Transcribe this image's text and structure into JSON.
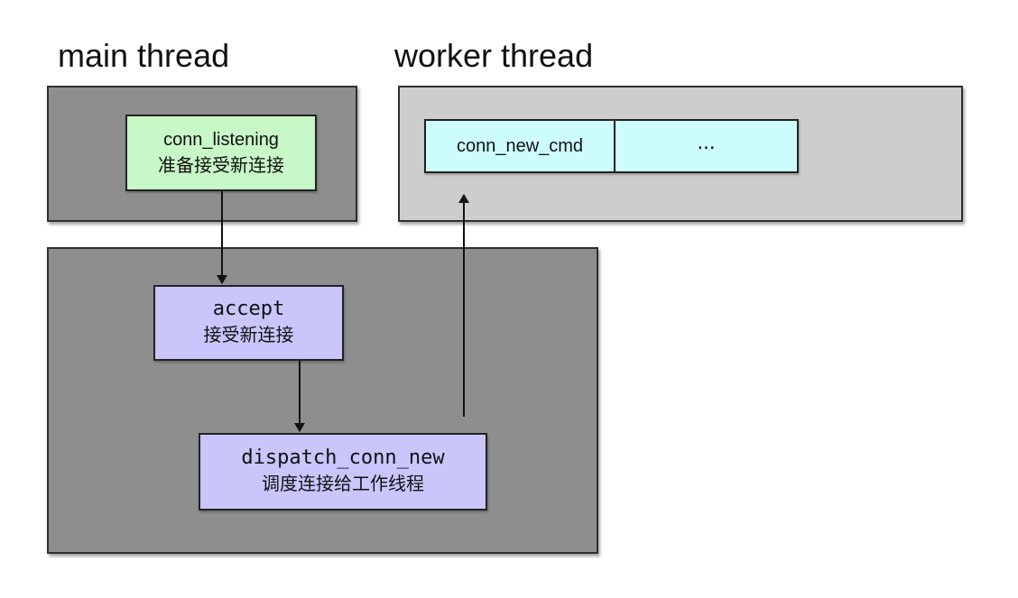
{
  "headings": {
    "main": "main thread",
    "worker": "worker thread"
  },
  "nodes": {
    "conn_listening": {
      "name": "conn_listening",
      "desc": "准备接受新连接"
    },
    "accept": {
      "name": "accept",
      "desc": "接受新连接"
    },
    "dispatch": {
      "name": "dispatch_conn_new",
      "desc": "调度连接给工作线程"
    }
  },
  "queue": {
    "cells": [
      "conn_new_cmd",
      "..."
    ]
  },
  "colors": {
    "main_panel": "#8e8e8e",
    "worker_panel": "#cdcdcd",
    "listening_fill": "#c8f7c8",
    "action_fill": "#c8c6fb",
    "queue_fill": "#cdfcfc",
    "arrow": "#111111"
  }
}
